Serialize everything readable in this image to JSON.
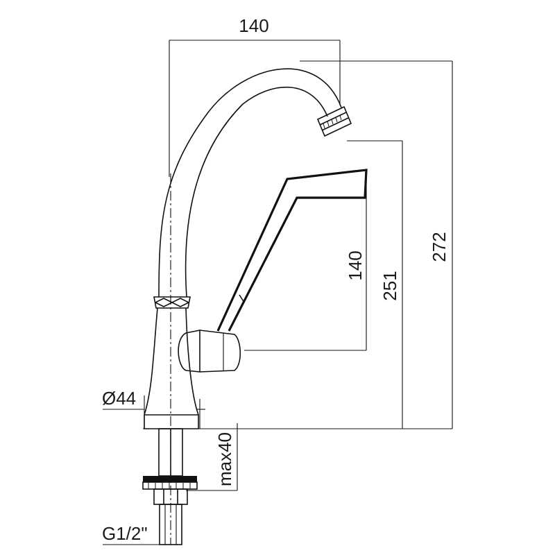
{
  "dimensions": {
    "top_width": "140",
    "lever_height": "140",
    "spout_outlet_height": "251",
    "total_height": "272",
    "base_diameter": "Ø44",
    "max_mount_thickness": "max40",
    "thread_size": "G1/2\""
  }
}
